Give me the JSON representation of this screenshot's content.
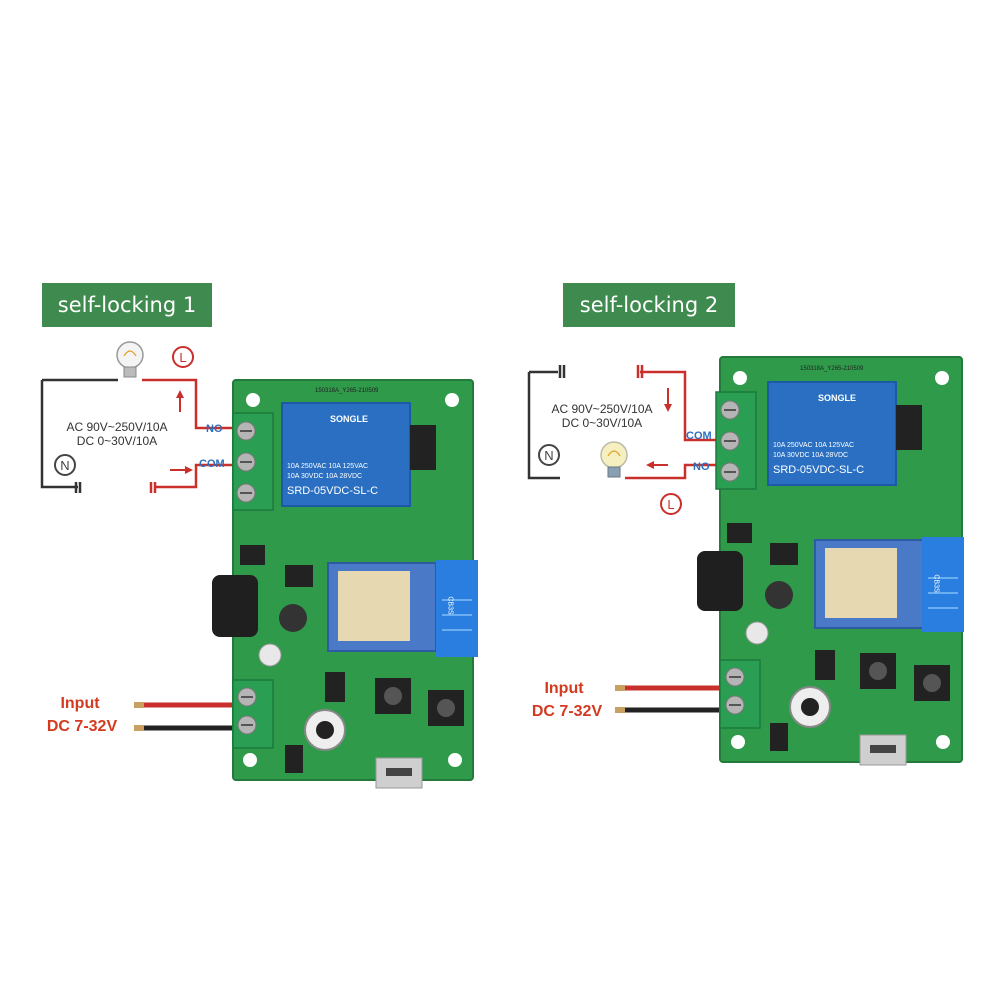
{
  "panels": [
    {
      "title": "self-locking 1",
      "spec_ac": "AC 90V~250V/10A",
      "spec_dc": "DC 0~30V/10A",
      "terminal_top": "NO",
      "terminal_bottom": "COM",
      "line_symbol": "L",
      "neutral_symbol": "N",
      "input_label": "Input",
      "input_voltage": "DC 7-32V",
      "relay_brand": "SONGLE",
      "relay_rating_1": "10A 250VAC  10A 125VAC",
      "relay_rating_2": "10A  30VDC  10A  28VDC",
      "relay_model": "SRD-05VDC-SL-C",
      "pcb_code": "150318A_Y265-210509",
      "antenna_label": "CB3S"
    },
    {
      "title": "self-locking 2",
      "spec_ac": "AC 90V~250V/10A",
      "spec_dc": "DC 0~30V/10A",
      "terminal_top": "COM",
      "terminal_bottom": "NO",
      "line_symbol": "L",
      "neutral_symbol": "N",
      "input_label": "Input",
      "input_voltage": "DC 7-32V",
      "relay_brand": "SONGLE",
      "relay_rating_1": "10A 250VAC  10A 125VAC",
      "relay_rating_2": "10A  30VDC  10A  28VDC",
      "relay_model": "SRD-05VDC-SL-C",
      "pcb_code": "150318A_Y265-210509",
      "antenna_label": "CB3S"
    }
  ],
  "colors": {
    "tag_green": "#3f8a4f",
    "pcb_green": "#2f9a4a",
    "wire_red": "#c9302c",
    "wire_black": "#333333",
    "label_red": "#d33a20",
    "terminal_blue": "#2e6fbd",
    "relay_blue": "#2a6fc2",
    "antenna_blue": "#2a7ee0"
  },
  "icons": [
    "lamp-icon",
    "line-symbol-icon",
    "neutral-symbol-icon",
    "current-arrow-icon"
  ]
}
